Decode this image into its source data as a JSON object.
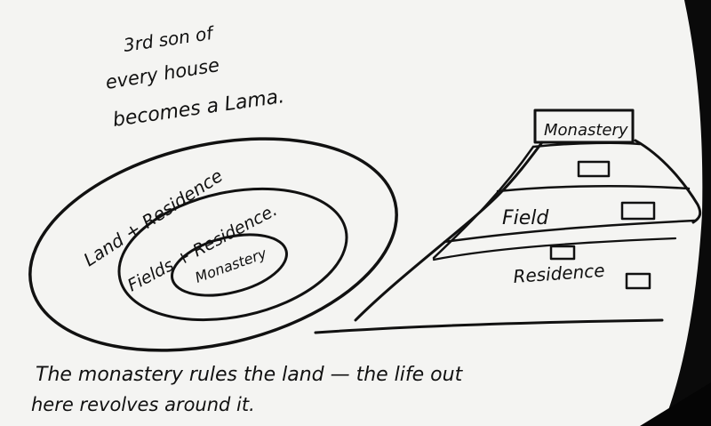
{
  "note": {
    "line1": "3rd son of",
    "line2": "every house",
    "line3": "becomes a Lama."
  },
  "rings": {
    "outer": "Land + Residence",
    "middle": "Fields + Residence.",
    "inner": "Monastery"
  },
  "pyramid": {
    "top": "Monastery",
    "middle": "Field",
    "bottom": "Residence"
  },
  "caption": {
    "line1": "The monastery rules the land — the life out",
    "line2": "here revolves around it."
  }
}
